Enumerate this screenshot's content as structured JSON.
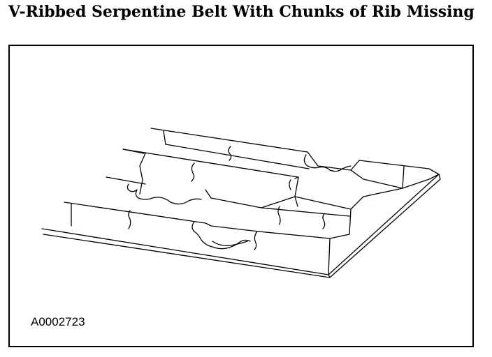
{
  "page": {
    "title": "V-Ribbed Serpentine Belt With Chunks of Rib Missing"
  },
  "figure": {
    "subject": "v-ribbed serpentine belt",
    "figure_id": "A0002723",
    "line_color": "#000000",
    "background_color": "#ffffff"
  }
}
